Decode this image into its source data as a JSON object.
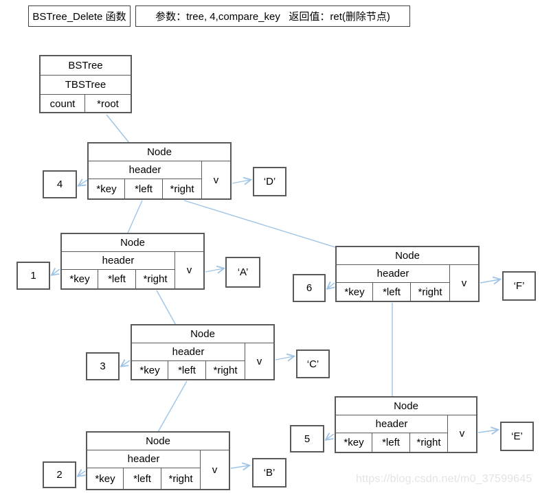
{
  "page": {
    "title_box": "BSTree_Delete 函数",
    "params_box": "参数：tree, 4,compare_key   返回值：ret(删除节点)"
  },
  "tree_struct": {
    "name": "BSTree",
    "type_name": "TBSTree",
    "count_label": "count",
    "root_label": "*root"
  },
  "node_labels": {
    "title": "Node",
    "header": "header",
    "key": "*key",
    "left": "*left",
    "right": "*right",
    "value": "v"
  },
  "nodes": [
    {
      "name": "D",
      "key": "4",
      "value": "‘D’"
    },
    {
      "name": "A",
      "key": "1",
      "value": "‘A’"
    },
    {
      "name": "F",
      "key": "6",
      "value": "‘F’"
    },
    {
      "name": "C",
      "key": "3",
      "value": "‘C’"
    },
    {
      "name": "E",
      "key": "5",
      "value": "‘E’"
    },
    {
      "name": "B",
      "key": "2",
      "value": "‘B’"
    }
  ],
  "watermark": "https://blog.csdn.net/m0_37599645",
  "colors": {
    "arrow": "#9dc3e6",
    "border": "#595959",
    "text": "#000000",
    "watermark": "#e3e3e3"
  }
}
